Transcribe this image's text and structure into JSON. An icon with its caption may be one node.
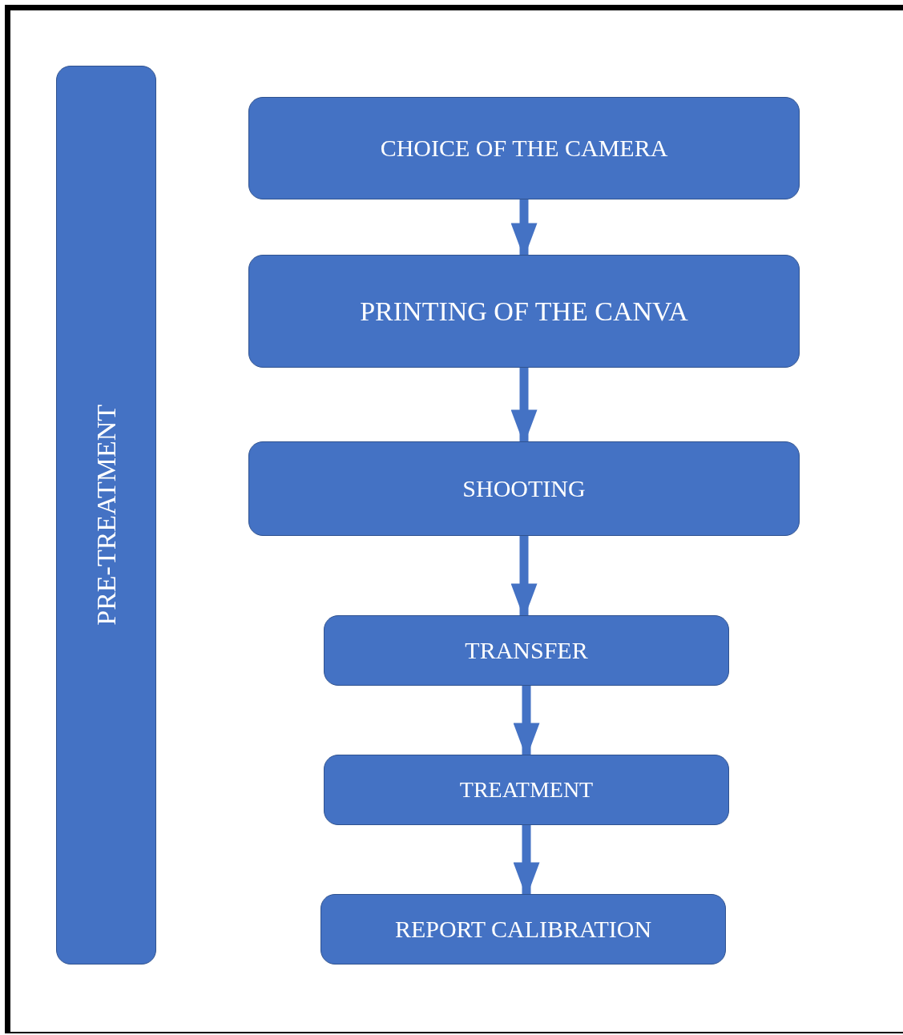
{
  "diagram": {
    "nodes": [
      {
        "text": [
          "PRE-TREATMENT"
        ]
      },
      {
        "text": [
          "CHOICE OF THE CAMERA"
        ]
      },
      {
        "text": [
          "PRINTING OF THE CANVA"
        ]
      },
      {
        "text": [
          "SHOOTING"
        ]
      },
      {
        "text": [
          "TRANSFER"
        ]
      },
      {
        "text": [
          "TREATMENT"
        ]
      },
      {
        "text": [
          "REPORT CALIBRATION"
        ]
      }
    ],
    "edges": [
      {
        "from": 1,
        "to": 2,
        "arrow": "to"
      },
      {
        "from": 2,
        "to": 3,
        "arrow": "to"
      },
      {
        "from": 3,
        "to": 4,
        "arrow": "to"
      },
      {
        "from": 4,
        "to": 5,
        "arrow": "to"
      },
      {
        "from": 5,
        "to": 6,
        "arrow": "to"
      }
    ]
  }
}
